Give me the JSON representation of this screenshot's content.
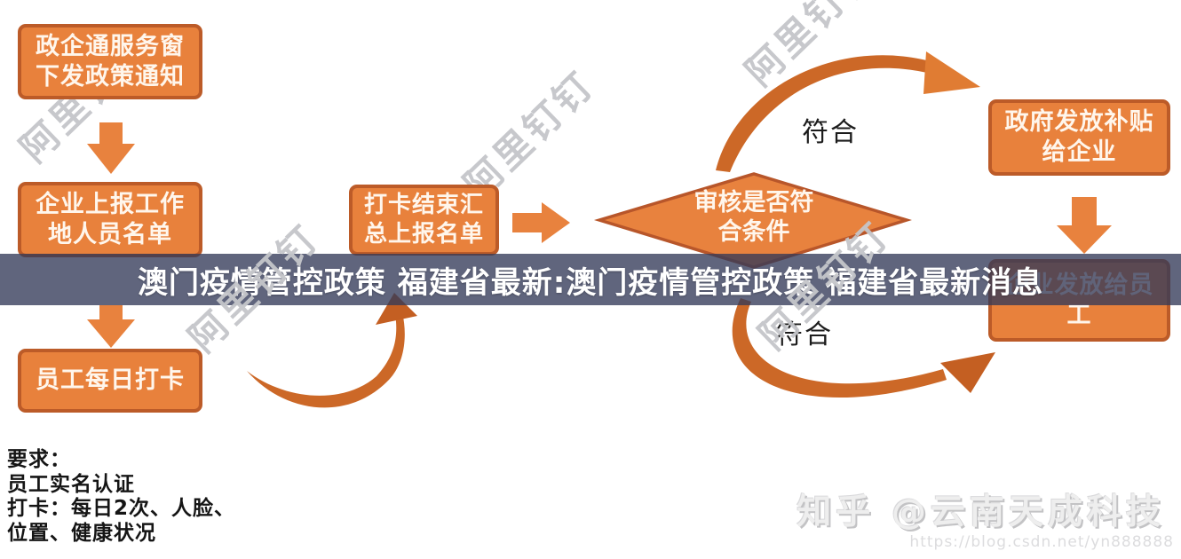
{
  "banner": {
    "title": "澳门疫情管控政策 福建省最新:澳门疫情管控政策 福建省最新消息"
  },
  "flow": {
    "box_policy_notice": {
      "line1": "政企通服务窗",
      "line2": "下发政策通知"
    },
    "box_company_report": {
      "line1": "企业上报工作",
      "line2": "地人员名单"
    },
    "box_daily_checkin": {
      "line1": "员工每日打卡"
    },
    "box_checkin_summary": {
      "line1": "打卡结束汇",
      "line2": "总上报名单"
    },
    "decision": {
      "line1": "审核是否符",
      "line2": "合条件"
    },
    "box_government_subsidy": {
      "line1": "政府发放补贴",
      "line2": "给企业"
    },
    "box_company_distribute": {
      "line1": "企业发放给员",
      "line2": "工"
    },
    "label_top": "符合",
    "label_bottom": "符合"
  },
  "requirements": {
    "line1": "要求：",
    "line2": "员工实名认证",
    "line3": "打卡：每日2次、人脸、",
    "line4": "位置、健康状况"
  },
  "watermarks": {
    "dingtalk": "阿里钉钉",
    "zhihu": "知乎 @云南天成科技",
    "csdn_url": "https://blog.csdn.net/yn888888"
  },
  "colors": {
    "box_fill": "#E8813C",
    "box_border": "#BC5B28",
    "swoosh_orange": "#CC6827",
    "banner_bg": "rgba(51,58,88,0.78)",
    "watermark_gray": "#c5c6ca"
  }
}
